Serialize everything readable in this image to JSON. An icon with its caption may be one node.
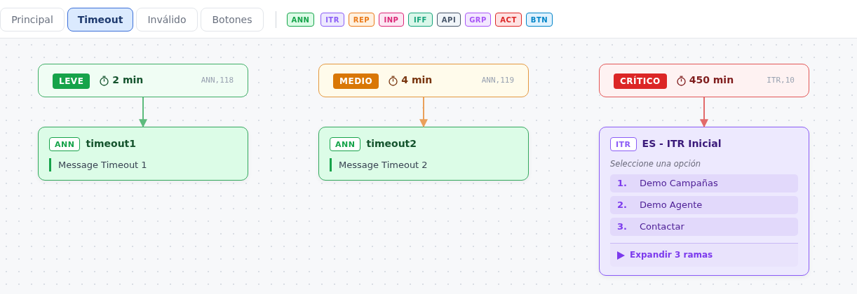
{
  "diagram": {
    "nodes": [
      {
        "text": [
          "LEVE",
          "2 min",
          "ANN,118"
        ]
      },
      {
        "text": [
          "MEDIO",
          "4 min",
          "ANN,119"
        ]
      },
      {
        "text": [
          "CRÍTICO",
          "450 min",
          "ITR,10"
        ]
      },
      {
        "text": [
          "ANN",
          "timeout1",
          "Message Timeout 1"
        ]
      },
      {
        "text": [
          "ANN",
          "timeout2",
          "Message Timeout 2"
        ]
      },
      {
        "text": [
          "ITR",
          "ES - ITR Inicial",
          "Seleccione una opción"
        ]
      },
      {
        "text": [
          "1.",
          "Demo Campañas"
        ],
        "in": 5
      },
      {
        "text": [
          "2.",
          "Demo Agente"
        ],
        "in": 5
      },
      {
        "text": [
          "3.",
          "Contactar"
        ],
        "in": 5
      },
      {
        "text": [
          "Expandir 3 ramas"
        ],
        "in": 5
      }
    ],
    "edges": [
      {
        "from": 0,
        "to": 3,
        "arrow": "to",
        "color": "#5dbb7d"
      },
      {
        "from": 1,
        "to": 4,
        "arrow": "to",
        "color": "#eaa05a"
      },
      {
        "from": 2,
        "to": 5,
        "arrow": "to",
        "color": "#e26a6a"
      }
    ],
    "labels": [
      "Principal",
      "Timeout",
      "Inválido",
      "Botones",
      "ANN",
      "ITR",
      "REP",
      "INP",
      "IFF",
      "API",
      "GRP",
      "ACT",
      "BTN"
    ]
  }
}
